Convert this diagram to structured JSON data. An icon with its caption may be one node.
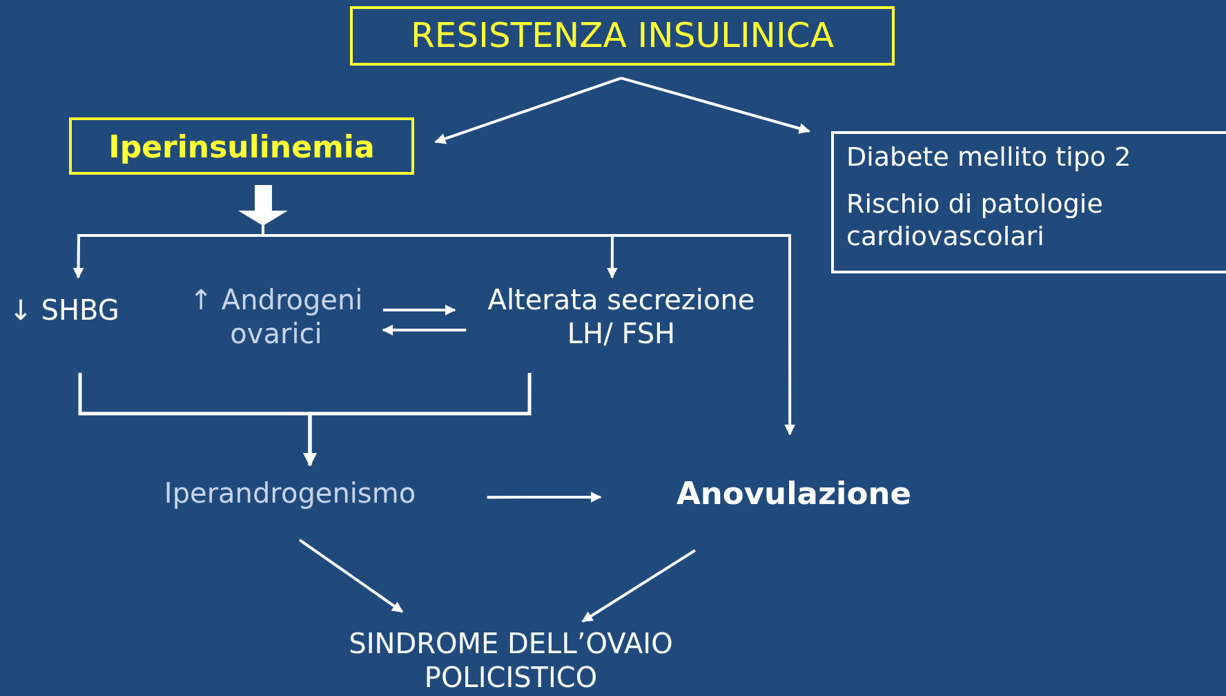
{
  "diagram": {
    "nodes": [
      {
        "text": [
          "RESISTENZA INSULINICA"
        ]
      },
      {
        "text": [
          "Iperinsulinemia"
        ]
      },
      {
        "text": [
          "Diabete mellito tipo 2",
          "Rischio di patologie cardiovascolari"
        ]
      },
      {
        "text": [
          "↓ SHBG"
        ]
      },
      {
        "text": [
          "↑ Androgeni ovarici"
        ]
      },
      {
        "text": [
          "Alterata secrezione LH/ FSH"
        ]
      },
      {
        "text": [
          "Iperandrogenismo"
        ]
      },
      {
        "text": [
          "Anovulazione"
        ]
      },
      {
        "text": [
          "SINDROME DELL’OVAIO POLICISTICO"
        ]
      }
    ],
    "edges": [
      {
        "from": 0,
        "to": 1,
        "arrow": "to"
      },
      {
        "from": 0,
        "to": 2,
        "arrow": "to"
      },
      {
        "from": 1,
        "to": 3,
        "arrow": "to"
      },
      {
        "from": 1,
        "to": 5,
        "arrow": "to"
      },
      {
        "from": 1,
        "to": 7,
        "arrow": "to"
      },
      {
        "from": 4,
        "to": 5,
        "arrow": "to"
      },
      {
        "from": 5,
        "to": 4,
        "arrow": "to"
      },
      {
        "from": 3,
        "to": 6,
        "arrow": "to"
      },
      {
        "from": 5,
        "to": 6,
        "arrow": "to"
      },
      {
        "from": 6,
        "to": 7,
        "arrow": "to"
      },
      {
        "from": 6,
        "to": 8,
        "arrow": "to"
      },
      {
        "from": 7,
        "to": 8,
        "arrow": "to"
      }
    ]
  }
}
